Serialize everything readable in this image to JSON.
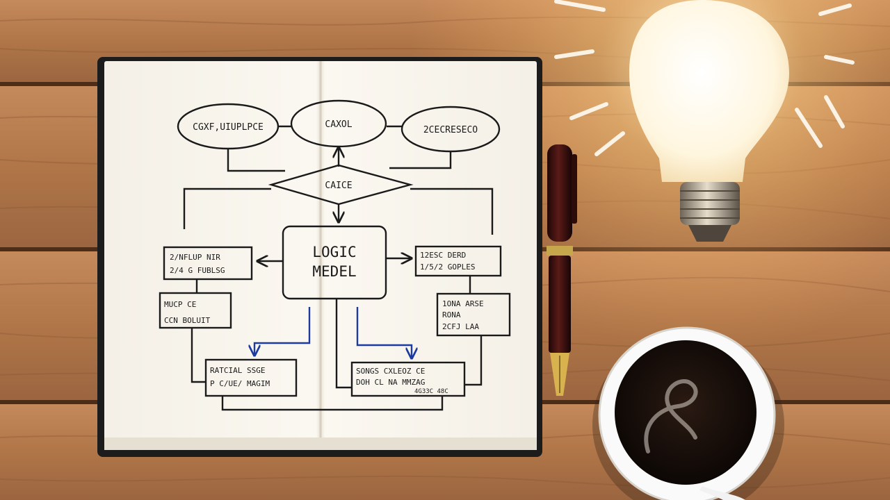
{
  "scene": {
    "ovals": [
      "CGXF,UIUPLPCE",
      "CAXOL",
      "2CECRESECO"
    ],
    "decision": "CAICE",
    "core": {
      "line1": "LOGIC",
      "line2": "MEDEL"
    },
    "left_box": [
      "2/NFLUP NIR",
      "2/4 G FUBLSG"
    ],
    "left_small_box": [
      "MUCP CE",
      "CCN BOLUIT"
    ],
    "right_box": [
      "12ESC DERD",
      "1/5/2 GOPLES"
    ],
    "right_small_box": [
      "1ONA ARSE",
      "RONA",
      "2CFJ LAA"
    ],
    "bottom_left_box": [
      "RATCIAL SSGE",
      "P C/UE/ MAGIM"
    ],
    "bottom_right_box": [
      "SONGS CXLEOZ CE",
      "DOH CL NA MMZAG",
      "4G33C 48C"
    ],
    "colors": {
      "wood": "#b0764a",
      "paper": "#f6f2ea",
      "ink": "#1a1a1a",
      "blue_ink": "#1c3aa0",
      "coffee": "#1c120d"
    }
  }
}
